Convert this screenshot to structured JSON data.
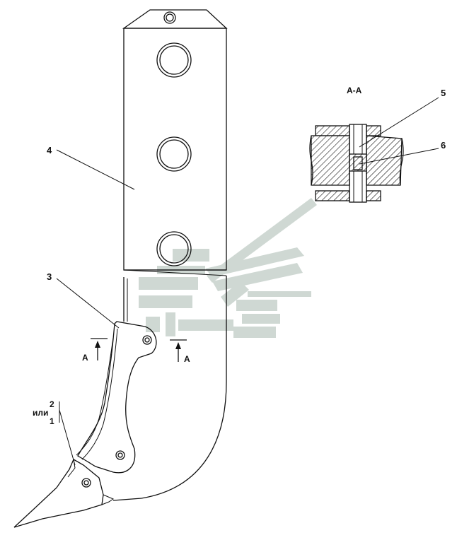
{
  "section_title": "А-А",
  "callouts": {
    "c3": "3",
    "c4": "4",
    "c5": "5",
    "c6": "6",
    "alt_top": "2",
    "alt_word": "или",
    "alt_bottom": "1"
  },
  "section_marks": {
    "left": "А",
    "right": "А"
  },
  "colors": {
    "ink": "#111111",
    "watermark": "#c7d2cc"
  },
  "icons": [
    "watermark-logo-icon"
  ]
}
